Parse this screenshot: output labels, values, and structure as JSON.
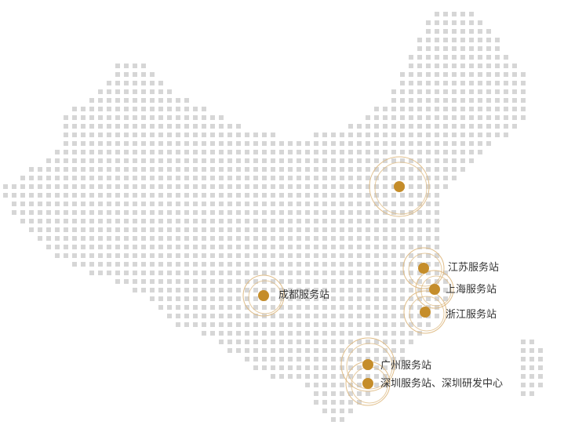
{
  "map": {
    "grid_color": "#d6d6d6",
    "marker_color": "#c58d2a",
    "ring_color": "#deb982"
  },
  "stations": [
    {
      "id": "beijing",
      "label": ""
    },
    {
      "id": "jiangsu",
      "label": "江苏服务站"
    },
    {
      "id": "shanghai",
      "label": "上海服务站"
    },
    {
      "id": "zhejiang",
      "label": "浙江服务站"
    },
    {
      "id": "chengdu",
      "label": "成都服务站"
    },
    {
      "id": "guangzhou",
      "label": "广州服务站"
    },
    {
      "id": "shenzhen",
      "label": "深圳服务站、深圳研发中心"
    }
  ]
}
